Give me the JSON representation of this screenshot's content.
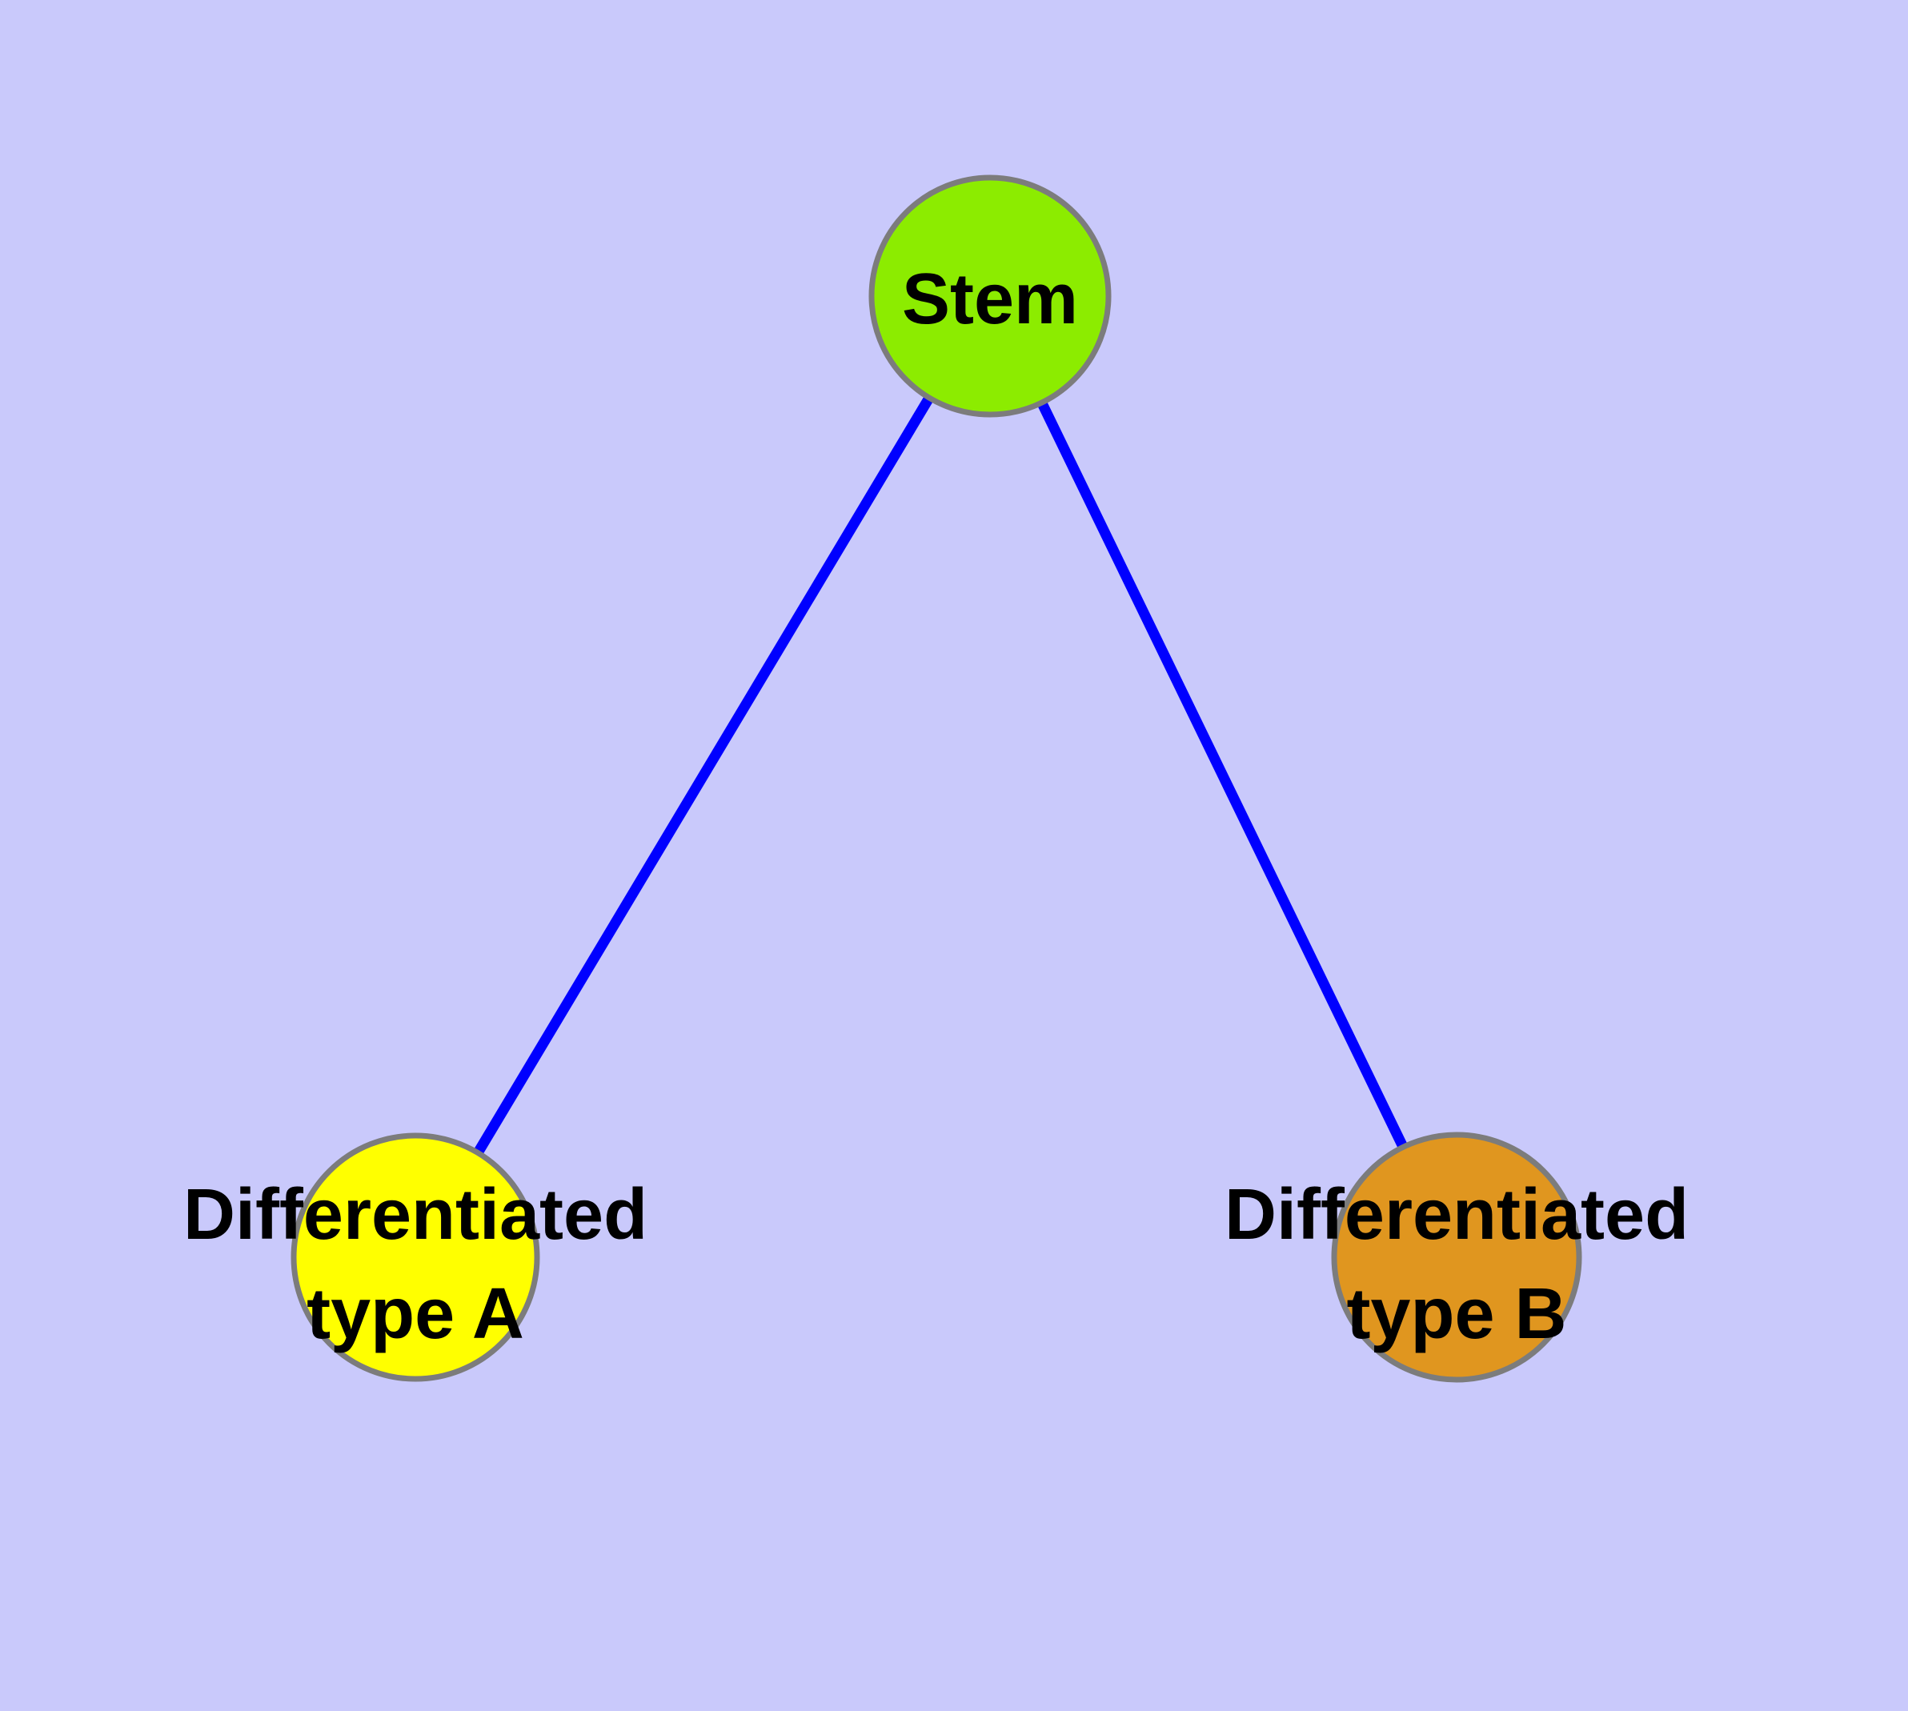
{
  "diagram": {
    "background_color": "#C9C9FB",
    "edge_color": "#0000FF",
    "node_border_color": "#7C7C7C",
    "label_color": "#000000",
    "nodes": {
      "stem": {
        "label": "Stem",
        "color": "#8CEC00"
      },
      "type_a": {
        "label": "Differentiated\ntype A",
        "color": "#FFFF00"
      },
      "type_b": {
        "label": "Differentiated\ntype B",
        "color": "#E0961F"
      }
    },
    "edges": [
      {
        "from": "Stem",
        "to": "Differentiated type A"
      },
      {
        "from": "Stem",
        "to": "Differentiated type B"
      }
    ]
  }
}
